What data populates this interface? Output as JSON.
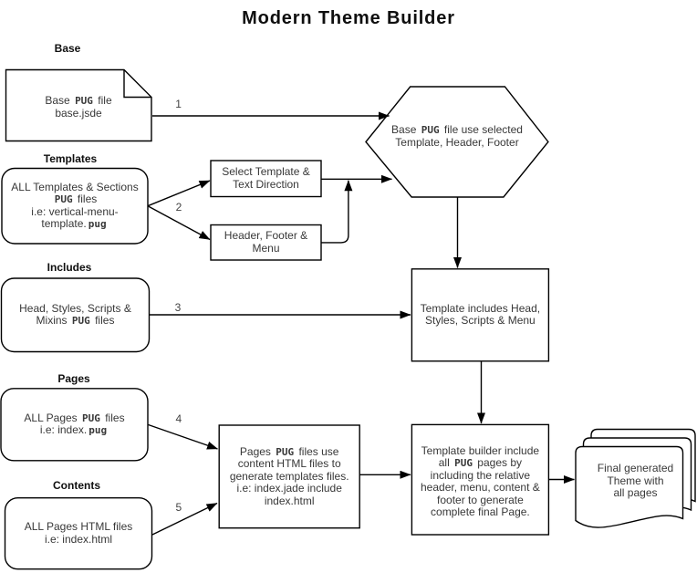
{
  "title": "Modern Theme Builder",
  "colors": {
    "stroke": "#000000",
    "node_text": "#383838",
    "label_text": "#0f0f0f"
  },
  "sections": {
    "base": "Base",
    "templates": "Templates",
    "includes": "Includes",
    "pages": "Pages",
    "contents": "Contents"
  },
  "nodes": {
    "base_file": "Base PUG file\nbase.jsde",
    "hex_selected": "Base PUG file use selected\nTemplate, Header, Footer",
    "templates_file": "ALL Templates & Sections\nPUG files\ni.e: vertical-menu-\ntemplate.pug",
    "select_template": "Select Template &\nText Direction",
    "header_footer_menu": "Header, Footer &\nMenu",
    "includes_file": "Head, Styles, Scripts &\nMixins PUG files",
    "template_includes": "Template includes Head,\nStyles, Scripts & Menu",
    "pages_file": "ALL Pages PUG files\ni.e: index.pug",
    "contents_file": "ALL Pages HTML files\ni.e: index.html",
    "pages_generate": "Pages PUG files use\ncontent HTML files to\ngenerate templates files.\ni.e: index.jade include\nindex.html",
    "template_builder": "Template builder include\nall PUG pages by\nincluding the relative\nheader, menu, content &\nfooter to generate\ncomplete final Page.",
    "final_theme": "Final generated\nTheme with\nall pages"
  },
  "edges": {
    "e1": "1",
    "e2": "2",
    "e3": "3",
    "e4": "4",
    "e5": "5"
  }
}
